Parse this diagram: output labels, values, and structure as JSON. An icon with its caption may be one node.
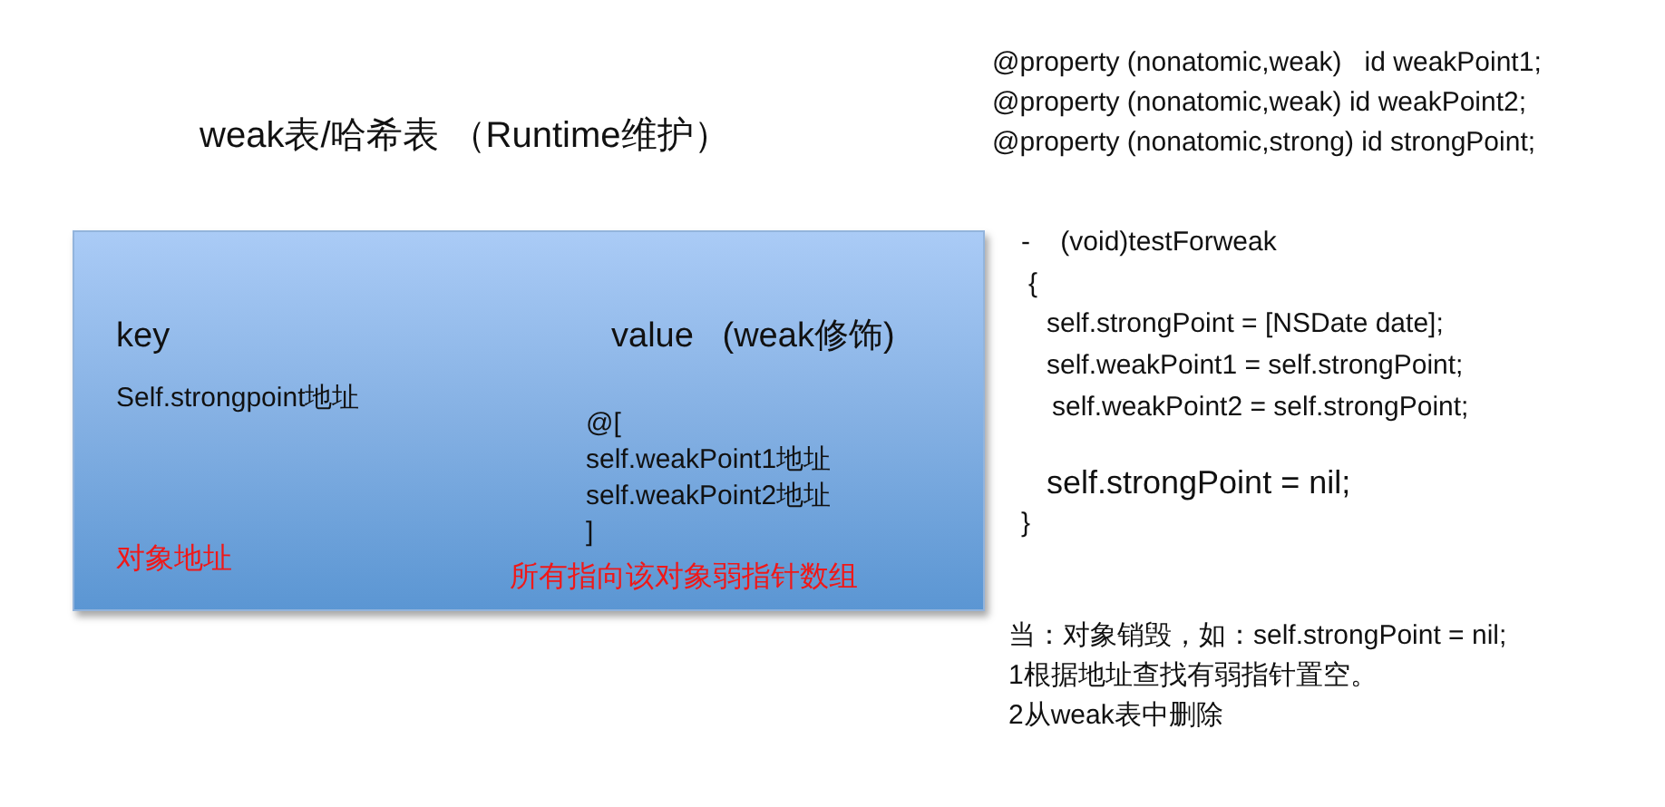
{
  "diagram": {
    "title": "weak表/哈希表 （Runtime维护）",
    "nodes": [
      {
        "text": [
          "key",
          "value   (weak修饰)",
          "Self.strongpoint地址",
          "@[ self.weakPoint1地址 self.weakPoint2地址 ]",
          "对象地址",
          "所有指向该对象弱指针数组"
        ]
      }
    ],
    "labels": [
      "@property (nonatomic,weak)   id weakPoint1;",
      "@property (nonatomic,weak) id weakPoint2;",
      "@property (nonatomic,strong) id strongPoint;",
      "-    (void)testForweak",
      "{",
      "self.strongPoint = [NSDate date];",
      "self.weakPoint1 = self.strongPoint;",
      "self.weakPoint2 = self.strongPoint;",
      "self.strongPoint = nil;",
      "}",
      "当：对象销毁，如：self.strongPoint = nil;",
      "1根据地址查找有弱指针置空。",
      "2从weak表中删除"
    ]
  }
}
